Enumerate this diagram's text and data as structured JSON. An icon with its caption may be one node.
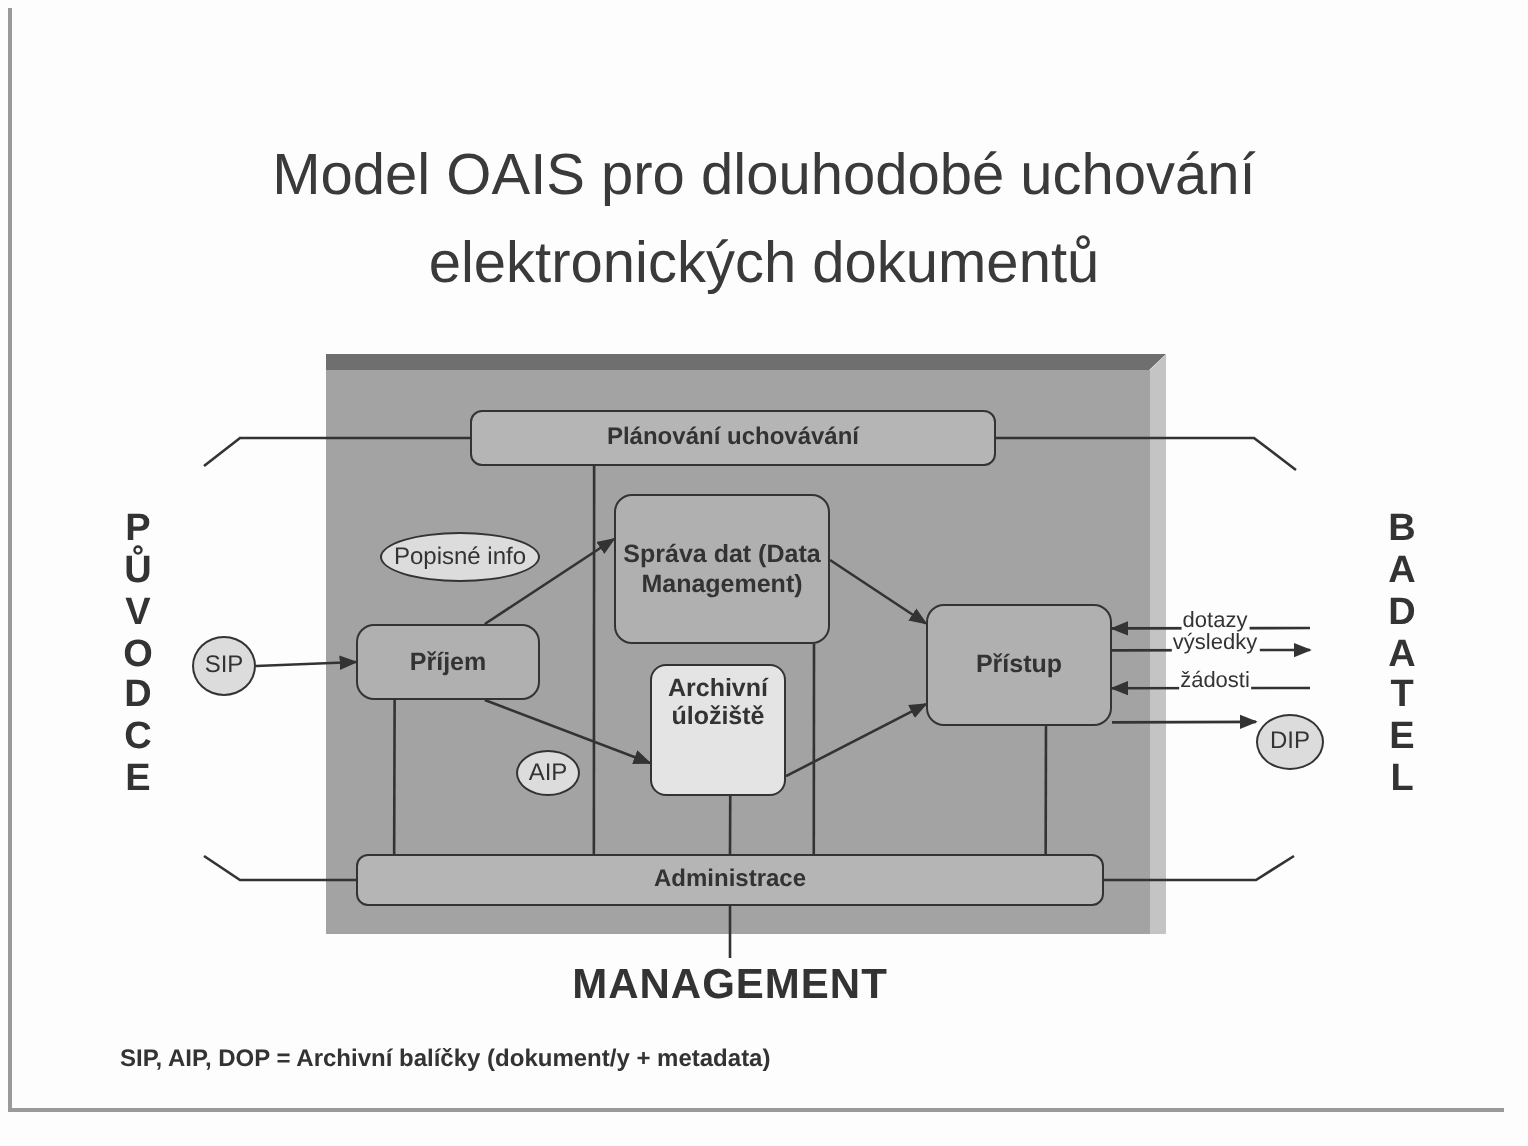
{
  "diagram": {
    "title": "Model OAIS pro dlouhodobé uchování elektronických dokumentů",
    "nodes": [
      {
        "text": [
          "Plánování uchovávání"
        ]
      },
      {
        "text": [
          "Správa dat (Data Management)"
        ]
      },
      {
        "text": [
          "Popisné info"
        ]
      },
      {
        "text": [
          "SIP"
        ]
      },
      {
        "text": [
          "Příjem"
        ]
      },
      {
        "text": [
          "Archivní úložiště"
        ]
      },
      {
        "text": [
          "AIP"
        ]
      },
      {
        "text": [
          "Přístup"
        ]
      },
      {
        "text": [
          "DIP"
        ]
      },
      {
        "text": [
          "Administrace"
        ]
      },
      {
        "text": [
          "MANAGEMENT"
        ]
      },
      {
        "text": [
          "PŮVODCE"
        ]
      },
      {
        "text": [
          "BADATEL"
        ]
      }
    ],
    "edges": [
      {
        "from": 3,
        "to": 4,
        "arrow": "to"
      },
      {
        "from": 4,
        "to": 1,
        "arrow": "to"
      },
      {
        "from": 4,
        "to": 5,
        "arrow": "to"
      },
      {
        "from": 1,
        "to": 7,
        "arrow": "to"
      },
      {
        "from": 5,
        "to": 7,
        "arrow": "to"
      },
      {
        "from": null,
        "to": 7,
        "arrow": "to",
        "label": "dotazy"
      },
      {
        "from": 7,
        "to": null,
        "arrow": "to",
        "label": "výsledky"
      },
      {
        "from": null,
        "to": 7,
        "arrow": "to",
        "label": "žádosti"
      },
      {
        "from": 7,
        "to": 8,
        "arrow": "to"
      },
      {
        "from": 0,
        "to": 9,
        "arrow": "none"
      },
      {
        "from": 4,
        "to": 9,
        "arrow": "none"
      },
      {
        "from": 1,
        "to": 9,
        "arrow": "none"
      },
      {
        "from": 5,
        "to": 9,
        "arrow": "none"
      },
      {
        "from": 7,
        "to": 9,
        "arrow": "none"
      },
      {
        "from": 9,
        "to": 10,
        "arrow": "none"
      },
      {
        "from": 0,
        "to": null,
        "arrow": "none"
      },
      {
        "from": 0,
        "to": null,
        "arrow": "none"
      },
      {
        "from": 9,
        "to": null,
        "arrow": "none"
      },
      {
        "from": 9,
        "to": null,
        "arrow": "none"
      }
    ],
    "labels": [
      "SIP, AIP, DOP = Archivní balíčky (dokument/y + metadata)"
    ]
  }
}
